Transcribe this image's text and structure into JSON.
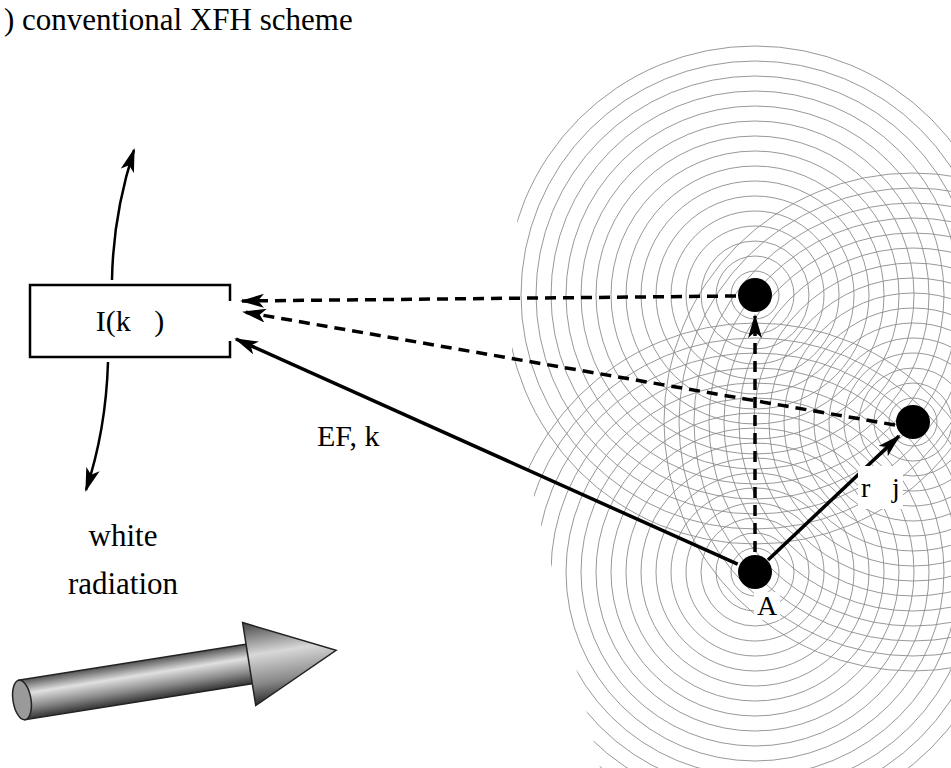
{
  "diagram": {
    "title": ") conventional XFH scheme",
    "nodes": [
      {
        "text": [
          "I(k⃗)"
        ]
      },
      {
        "text": [
          "A"
        ]
      }
    ],
    "edges": [
      {
        "from": 1,
        "to": 0,
        "arrow": "to",
        "label": "EF, k⃗"
      }
    ],
    "labels": [
      "r⃗j",
      "white radiation"
    ]
  }
}
